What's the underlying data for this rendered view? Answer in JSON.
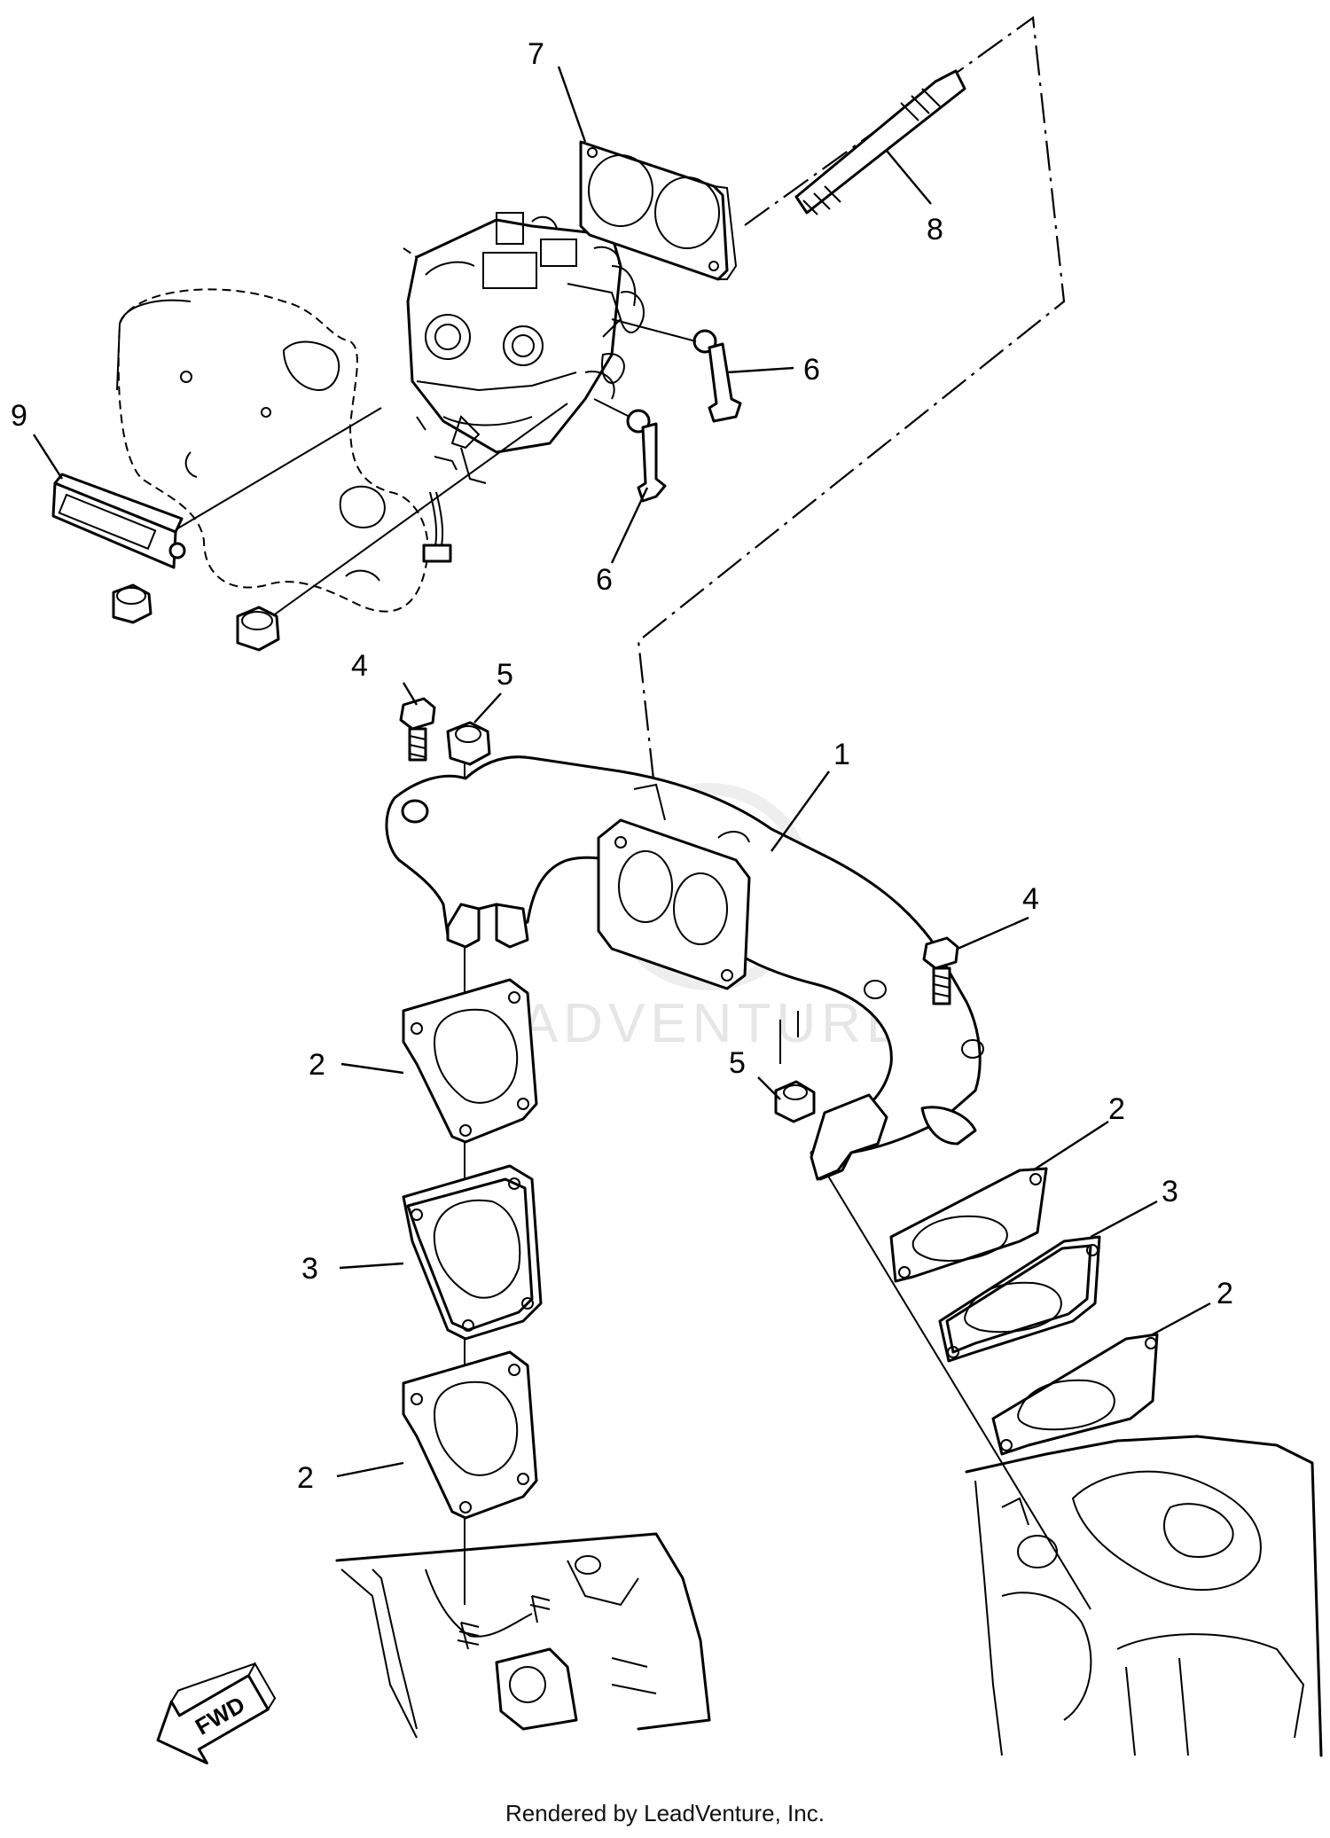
{
  "callouts": {
    "c1": "1",
    "c2a": "2",
    "c2b": "2",
    "c2c": "2",
    "c2d": "2",
    "c3a": "3",
    "c3b": "3",
    "c4a": "4",
    "c4b": "4",
    "c5a": "5",
    "c5b": "5",
    "c6a": "6",
    "c6b": "6",
    "c7": "7",
    "c8": "8",
    "c9": "9"
  },
  "watermark": "LEADVENTURE",
  "fwd_label": "FWD",
  "footer": "Rendered by LeadVenture, Inc."
}
